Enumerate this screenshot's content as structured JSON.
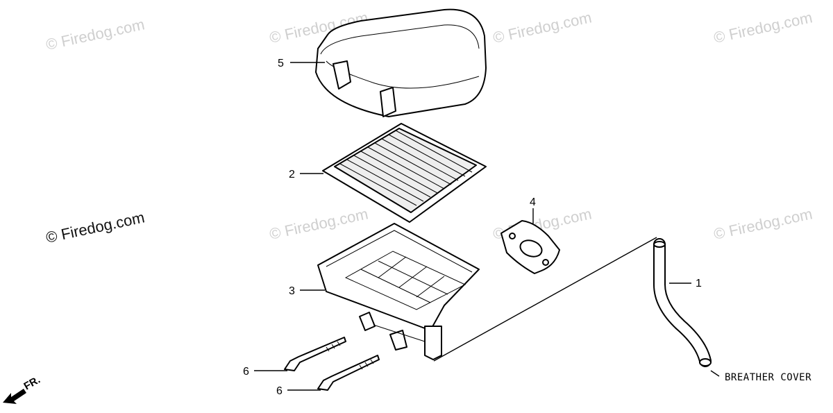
{
  "watermark": {
    "text": "© Firedog.com"
  },
  "callouts": {
    "c1": "1",
    "c2": "2",
    "c3": "3",
    "c4": "4",
    "c5": "5",
    "c6a": "6",
    "c6b": "6"
  },
  "labels": {
    "breather_cover": "BREATHER COVER",
    "front": "FR."
  }
}
